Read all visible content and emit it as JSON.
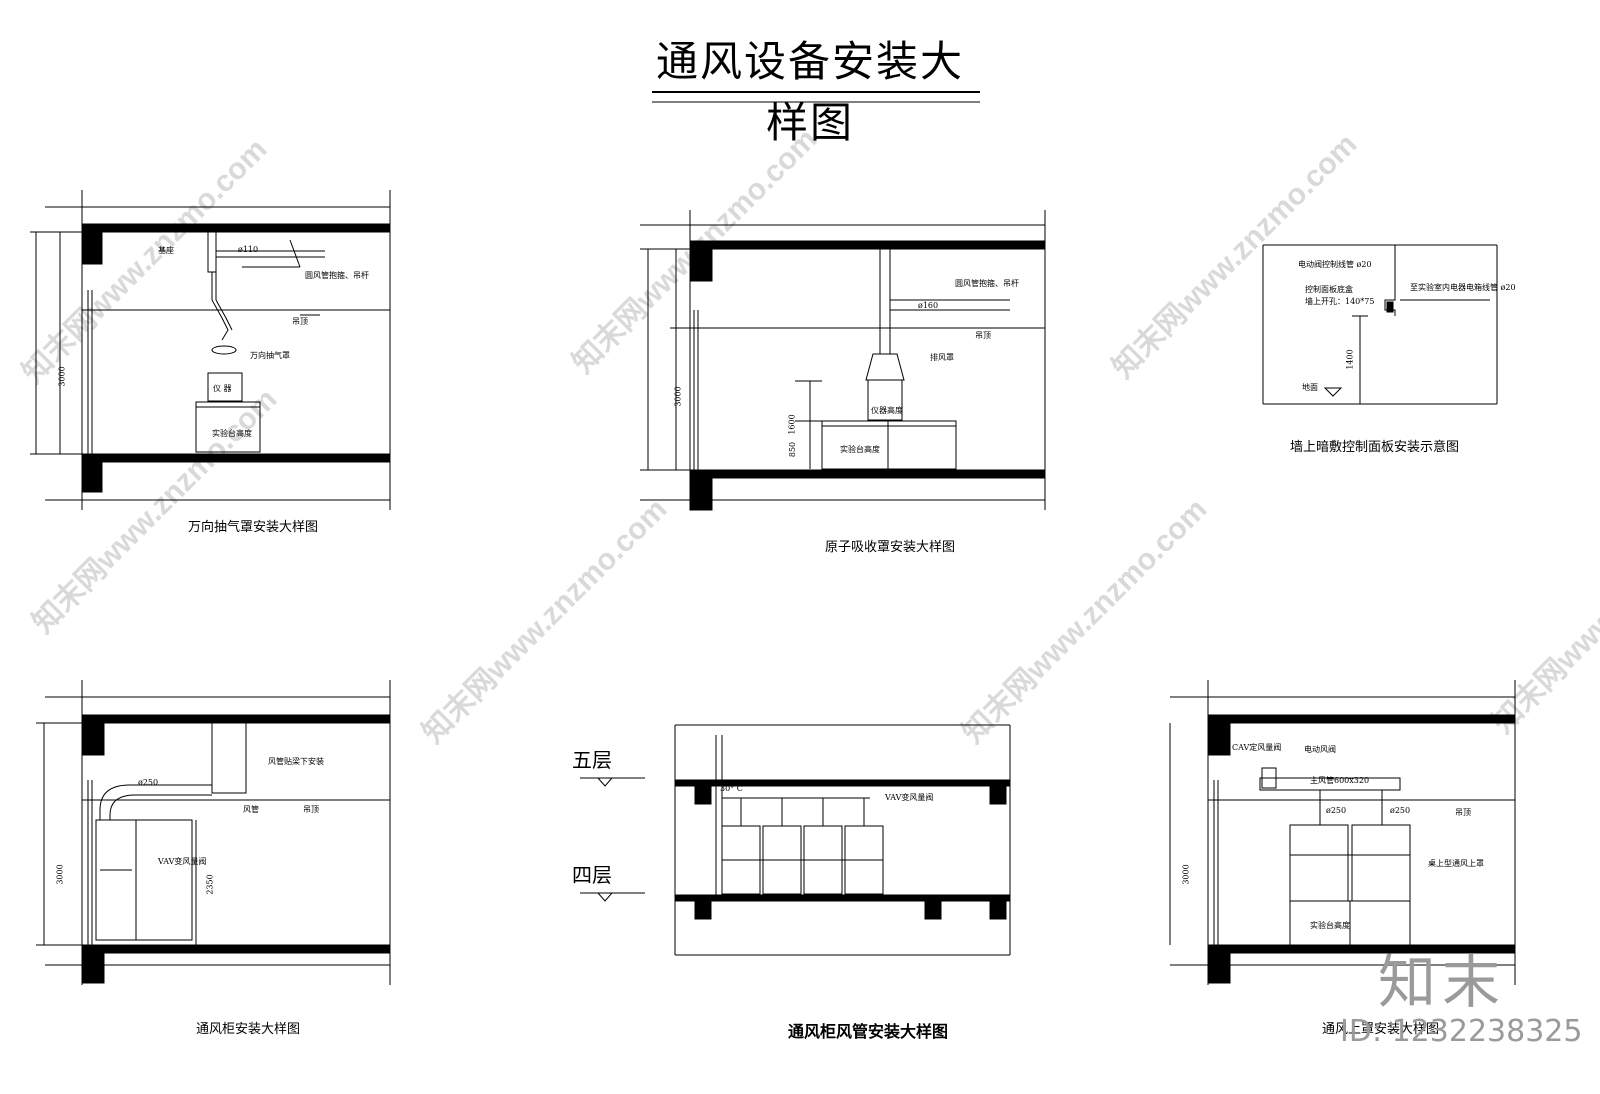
{
  "sheet_title": "通风设备安装大样图",
  "panels": {
    "universal_hood": {
      "caption": "万向抽气罩安装大样图",
      "labels": {
        "base": "基座",
        "duct_size": "ø110",
        "duct_support": "圆风管抱箍、吊杆",
        "ceiling": "吊顶",
        "hood": "万向抽气罩",
        "instrument": "仪 器",
        "bench": "实验台高度",
        "height": "3000"
      }
    },
    "atomic_hood": {
      "caption": "原子吸收罩安装大样图",
      "labels": {
        "duct_support": "圆风管抱箍、吊杆",
        "duct_size": "ø160",
        "ceiling": "吊顶",
        "hood": "排风罩",
        "instrument": "仪器高度",
        "bench": "实验台高度",
        "dim_1600": "1600",
        "dim_850": "850",
        "height": "3000"
      }
    },
    "control_panel": {
      "caption": "墙上暗敷控制面板安装示意图",
      "labels": {
        "conduit": "电动阀控制线管 ø20",
        "box": "控制面板底盒",
        "opening": "墙上开孔：140*75",
        "to_box": "至实验室内电器电箱线管 ø20",
        "floor": "地面",
        "dim_1400": "1400"
      }
    },
    "fume_hood": {
      "caption": "通风柜安装大样图",
      "labels": {
        "duct_mount": "风管贴梁下安装",
        "duct_size": "ø250",
        "duct": "风管",
        "ceiling": "吊顶",
        "vav": "VAV变风量阀",
        "dim_2350": "2350",
        "height": "3000"
      }
    },
    "duct_install": {
      "caption": "通风柜风管安装大样图",
      "labels": {
        "level_5": "五层",
        "level_4": "四层",
        "angle": "30° C",
        "vav": "VAV变风量阀"
      }
    },
    "bench_hood": {
      "caption": "通风上罩安装大样图",
      "labels": {
        "cav": "CAV定风量阀",
        "motor_valve": "电动风阀",
        "main_duct": "主风管600x320",
        "duct_a": "ø250",
        "duct_b": "ø250",
        "ceiling": "吊顶",
        "hood": "桌上型通风上罩",
        "bench": "实验台高度",
        "height": "3000"
      }
    }
  },
  "watermark": "知末网www.znzmo.com",
  "brand": "知末",
  "id_label": "ID: 1232238325"
}
